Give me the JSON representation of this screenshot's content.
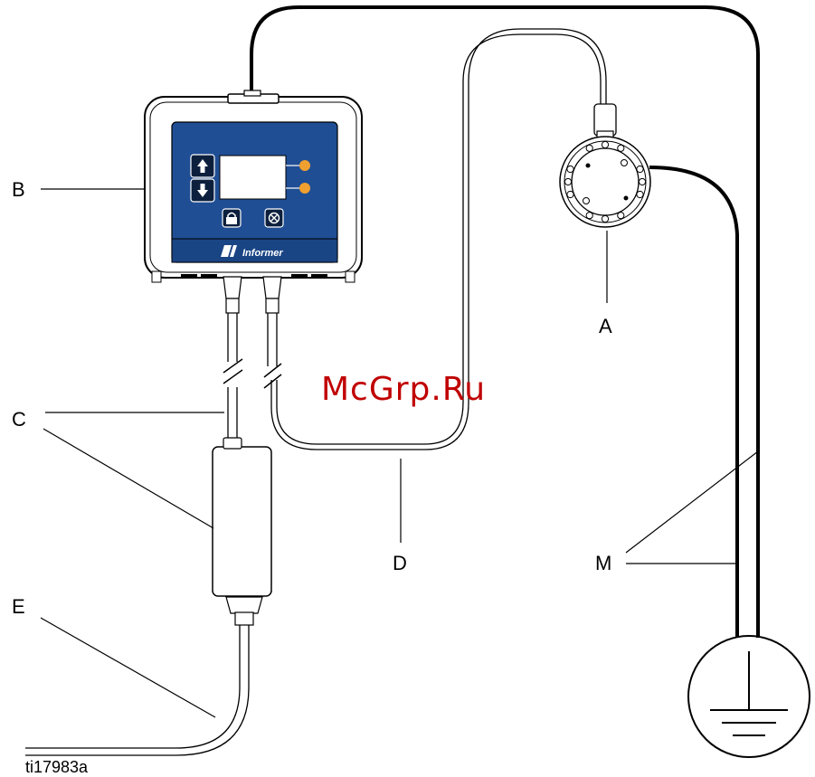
{
  "callouts": {
    "a": "A",
    "b": "B",
    "c": "C",
    "d": "D",
    "e": "E",
    "m": "M"
  },
  "figure_id": "ti17983a",
  "watermark": "McGrp.Ru",
  "device": {
    "brand": "Informer",
    "buttons": {
      "up": "up-arrow-icon",
      "down": "down-arrow-icon",
      "lock": "lock-icon",
      "reset": "cancel-circle-icon"
    },
    "indicator_color": "#f0a030",
    "panel_color": "#1f4e94"
  }
}
